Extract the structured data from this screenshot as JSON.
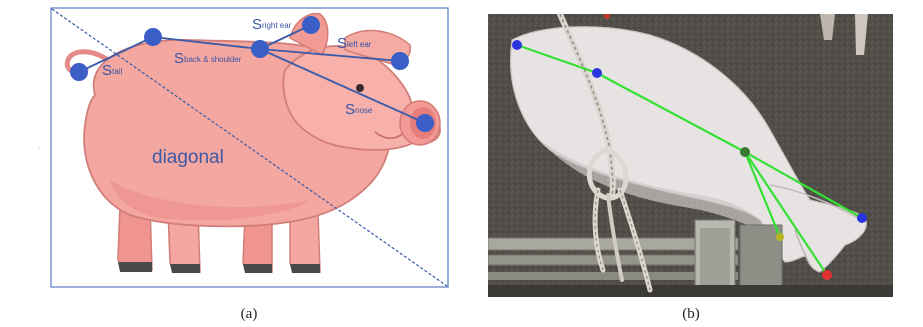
{
  "panel_a": {
    "caption": "(a)",
    "diagonal_label": "diagonal",
    "keypoints": {
      "tail": {
        "main": "S",
        "sub": "tail"
      },
      "back_shoulder": {
        "main": "S",
        "sub": "back & shoulder"
      },
      "right_ear": {
        "main": "S",
        "sub": "right ear"
      },
      "left_ear": {
        "main": "S",
        "sub": "left ear"
      },
      "nose": {
        "main": "S",
        "sub": "nose"
      }
    },
    "colors": {
      "keypoint": "#3a5dc6",
      "line": "#3b5aa8",
      "frame": "#5a78c4",
      "pig": "#f4a6a0"
    }
  },
  "panel_b": {
    "caption": "(b)",
    "colors": {
      "skeleton": "#33e033",
      "keypoint": "#2a35e0",
      "nose_point": "#e03030",
      "shoulder_point": "#3a7a30"
    }
  }
}
